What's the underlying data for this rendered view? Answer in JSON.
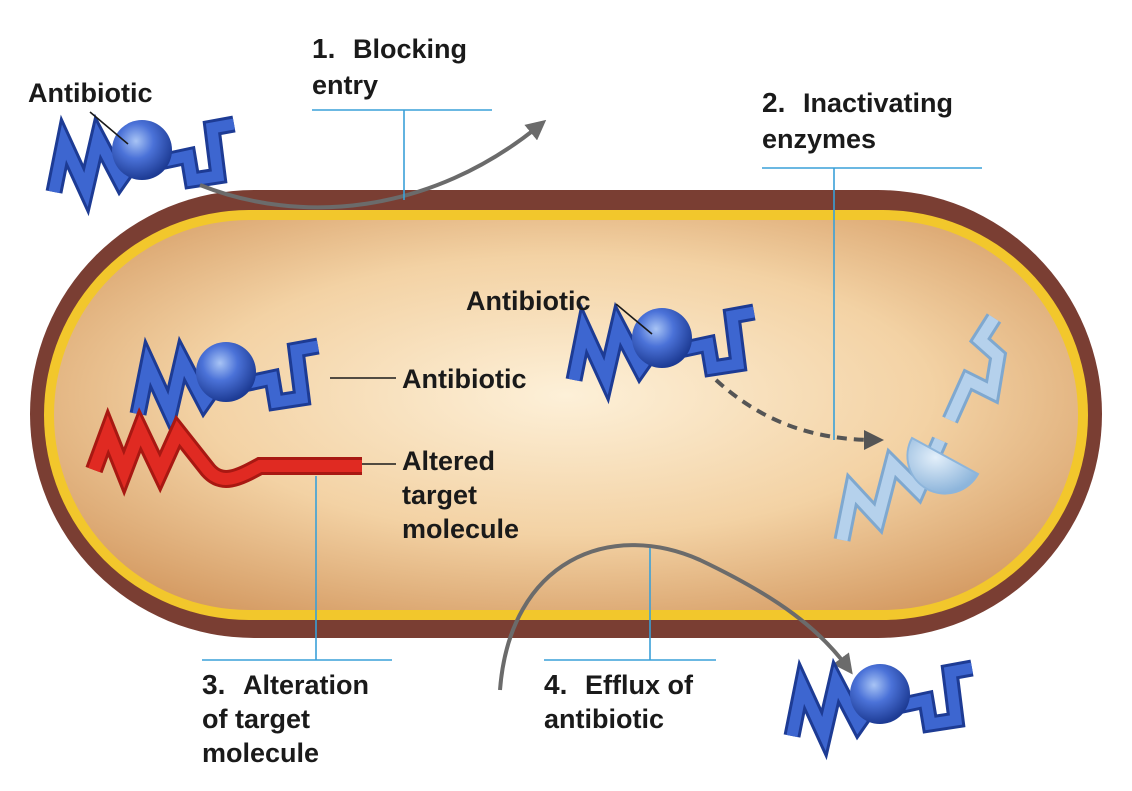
{
  "mechanisms": [
    {
      "number": "1.",
      "lines": [
        "Blocking",
        "entry"
      ]
    },
    {
      "number": "2.",
      "lines": [
        "Inactivating",
        "enzymes"
      ]
    },
    {
      "number": "3.",
      "lines": [
        "Alteration",
        "of target",
        "molecule"
      ]
    },
    {
      "number": "4.",
      "lines": [
        "Efflux of",
        "antibiotic"
      ]
    }
  ],
  "labels": {
    "antibiotic_outside": "Antibiotic",
    "antibiotic_inside": "Antibiotic",
    "antibiotic_bound": "Antibiotic",
    "altered_target": [
      "Altered",
      "target",
      "molecule"
    ]
  },
  "colors": {
    "cell_wall": "#7a3e33",
    "membrane": "#f2c72c",
    "cytoplasm_center": "#fbe7c4",
    "cytoplasm_edge": "#d8a46c",
    "antibiotic": "#2f59c4",
    "inactivated": "#9ec3e3",
    "altered_target": "#e02a22",
    "leader": "#3aa0d8",
    "arrow": "#6b6b6b"
  }
}
